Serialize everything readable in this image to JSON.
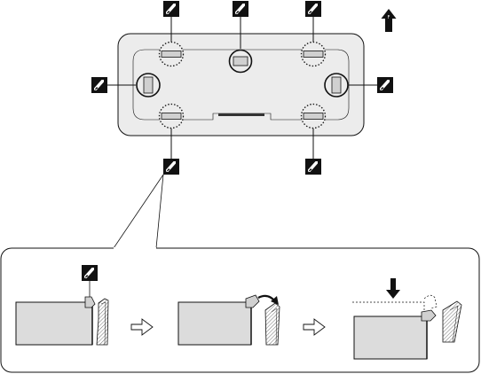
{
  "diagram": {
    "forward_marker": {
      "label": "F",
      "icon": "up-arrow-icon"
    },
    "clip_icon": "clip-release-tool-icon",
    "panel_clips": [
      {
        "id": "top-left",
        "clip_type": "dotted-circle"
      },
      {
        "id": "top-center",
        "clip_type": "solid-circle"
      },
      {
        "id": "top-right",
        "clip_type": "dotted-circle"
      },
      {
        "id": "left",
        "clip_type": "solid-circle"
      },
      {
        "id": "right",
        "clip_type": "solid-circle"
      },
      {
        "id": "bottom-left",
        "clip_type": "dotted-circle"
      },
      {
        "id": "bottom-right",
        "clip_type": "dotted-circle"
      }
    ],
    "detail_steps": [
      {
        "step": 1,
        "action": "insert-tool"
      },
      {
        "step": 2,
        "action": "pry-clip"
      },
      {
        "step": 3,
        "action": "press-down-panel"
      }
    ],
    "colors": {
      "panel_fill": "#ececec",
      "detail_fill": "#dcdcdc",
      "ink": "#111111"
    }
  }
}
